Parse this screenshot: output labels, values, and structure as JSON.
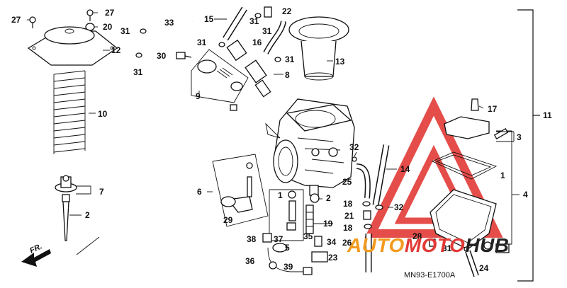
{
  "diagram": {
    "labels": [
      "27",
      "27",
      "20",
      "12",
      "33",
      "31",
      "31",
      "30",
      "10",
      "15",
      "31",
      "31",
      "22",
      "31",
      "16",
      "31",
      "8",
      "13",
      "9",
      "11",
      "17",
      "3",
      "1",
      "4",
      "7",
      "2",
      "6",
      "32",
      "14",
      "25",
      "2",
      "1",
      "29",
      "19",
      "18",
      "32",
      "21",
      "18",
      "35",
      "38",
      "37",
      "34",
      "5",
      "26",
      "28",
      "31",
      "36",
      "39",
      "23",
      "24"
    ],
    "code": "MN93-E1700A",
    "direction": "FR.",
    "watermark": {
      "brand": "AUTOMOTOHUB",
      "part1": "AUTO",
      "part2": "MOTO",
      "part3": "HUB"
    }
  },
  "colors": {
    "watermark_red": "#e23a36",
    "watermark_orange": "#f39a1e",
    "ink": "#111111"
  }
}
